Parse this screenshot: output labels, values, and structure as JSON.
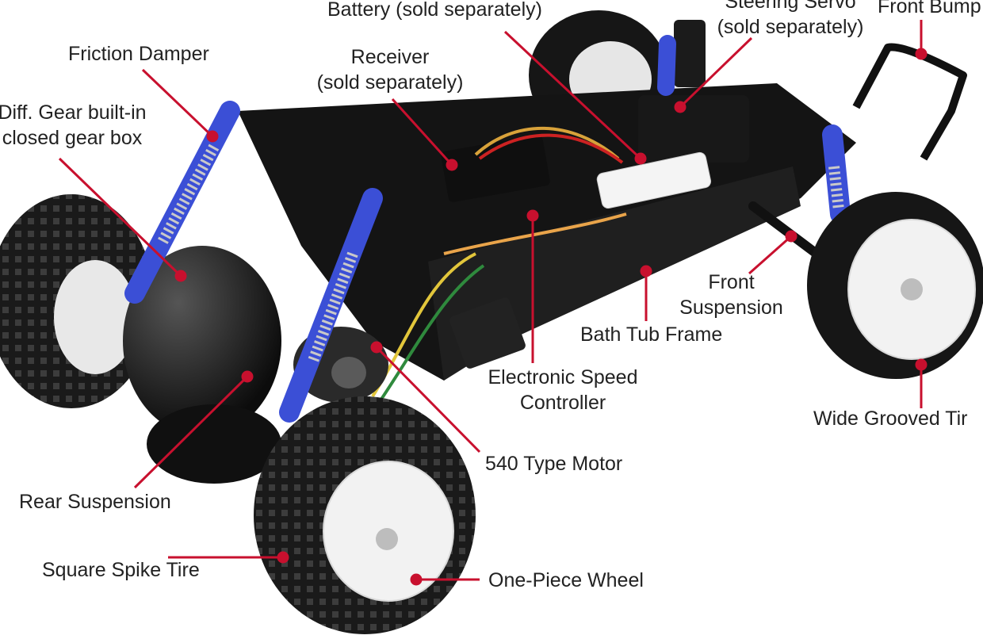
{
  "diagram": {
    "labels": {
      "battery": "Battery (sold separately)",
      "steering_servo_1": "Steering Servo",
      "steering_servo_2": "(sold separately)",
      "front_bumper": "Front Bump",
      "friction_damper": "Friction Damper",
      "receiver_1": "Receiver",
      "receiver_2": "(sold separately)",
      "diff_gear_1": "Diff. Gear built-in",
      "diff_gear_2": "closed gear box",
      "front_suspension_1": "Front",
      "front_suspension_2": "Suspension",
      "bath_tub_frame": "Bath Tub Frame",
      "esc_1": "Electronic Speed",
      "esc_2": "Controller",
      "wide_grooved_tire": "Wide Grooved Tir",
      "motor": "540 Type Motor",
      "rear_suspension": "Rear Suspension",
      "square_spike_tire": "Square Spike Tire",
      "one_piece_wheel": "One-Piece Wheel"
    },
    "colors": {
      "leader_line": "#c8102e",
      "chassis": "#141414",
      "shock_blue": "#3b4fd6",
      "wheel_white": "#f2f2f2",
      "tire_black": "#1a1a1a",
      "label_text": "#222222"
    }
  }
}
